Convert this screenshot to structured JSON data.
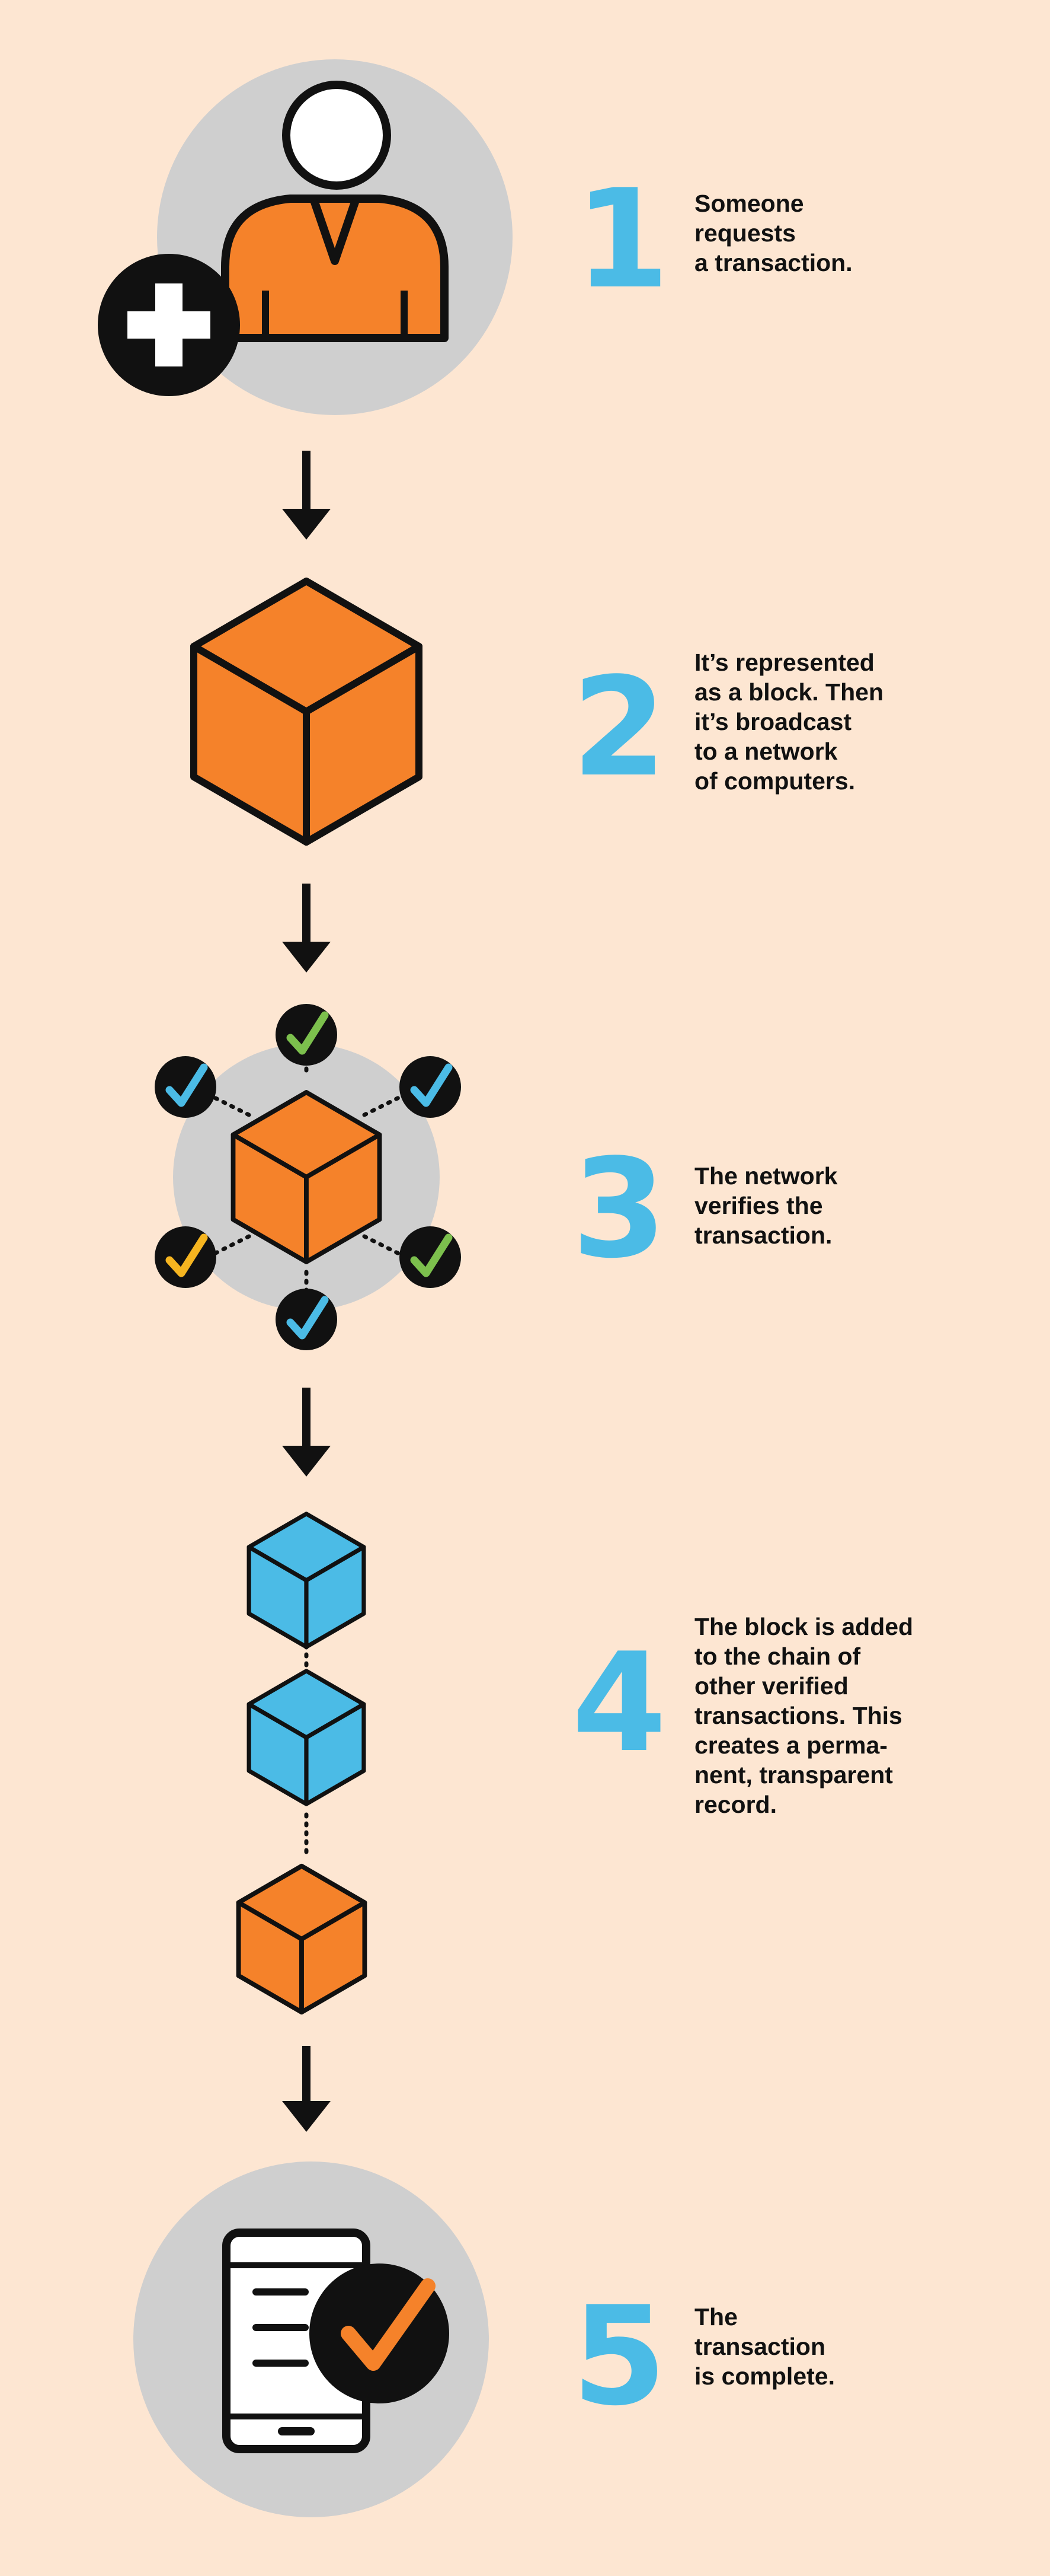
{
  "steps": [
    {
      "number": "1",
      "text": "Someone\nrequests\na transaction."
    },
    {
      "number": "2",
      "text": "It’s represented\nas a block. Then\nit’s broadcast\nto a network\nof computers."
    },
    {
      "number": "3",
      "text": "The network\nverifies the\ntransaction."
    },
    {
      "number": "4",
      "text": "The block is added\nto the chain of\nother verified\ntransactions. This\ncreates a perma-\nnent, transparent\nrecord."
    },
    {
      "number": "5",
      "text": "The\ntransaction\nis complete."
    }
  ],
  "colors": {
    "background": "#fde6d2",
    "orange": "#f5822a",
    "blue": "#4bbbe6",
    "gray": "#cfcfcf",
    "green": "#7cc04d",
    "yellow": "#f6b520",
    "outline": "#111111"
  },
  "icons": [
    "person-plus-icon",
    "block-icon",
    "network-verify-icon",
    "blockchain-icon",
    "phone-check-icon"
  ]
}
